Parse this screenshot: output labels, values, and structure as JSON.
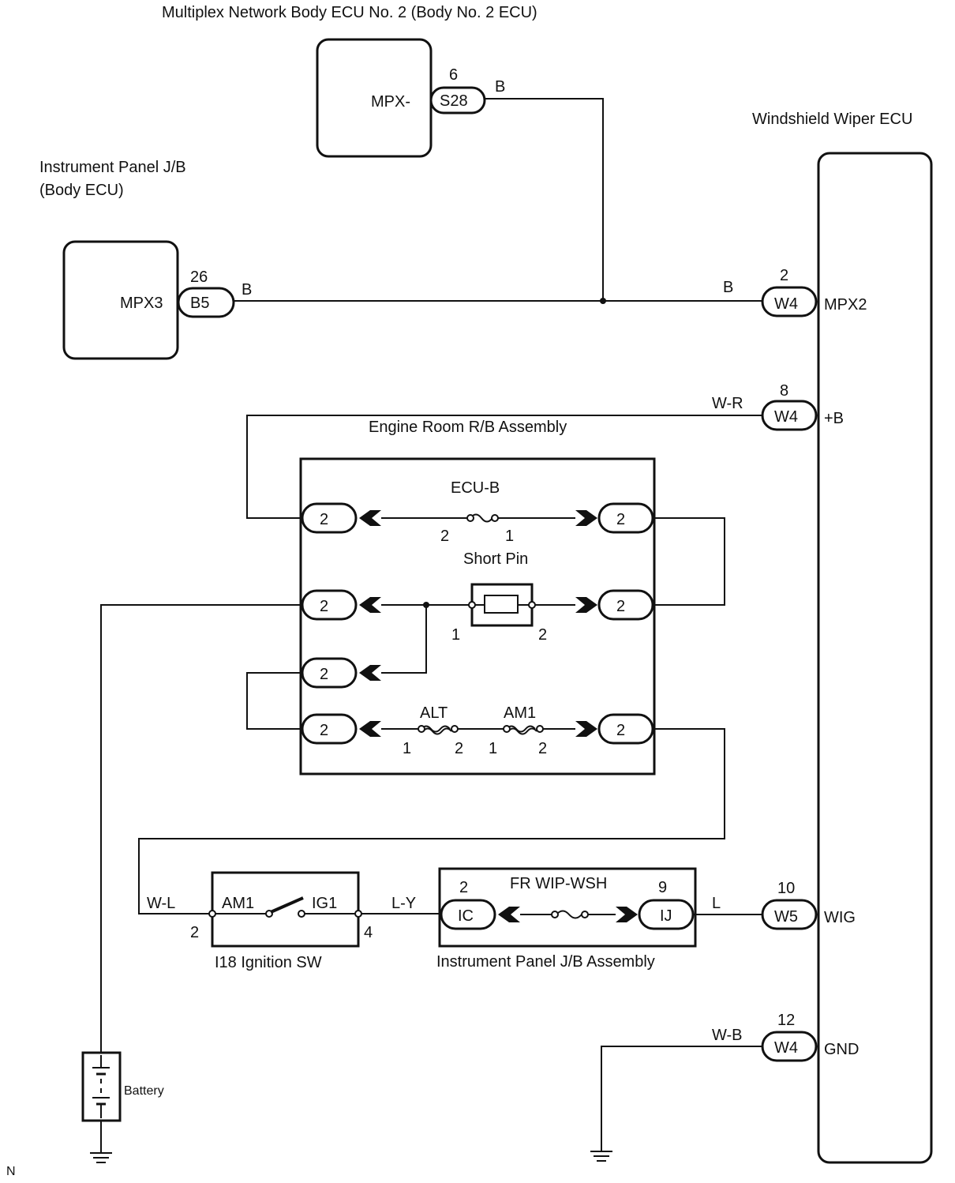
{
  "components": {
    "body2_ecu": {
      "title": "Multiplex Network Body ECU No. 2 (Body No. 2 ECU)",
      "pin_label": "MPX-",
      "connector": "S28",
      "pin": "6",
      "wire": "B"
    },
    "body_ecu": {
      "title_line1": "Instrument Panel J/B",
      "title_line2": "(Body ECU)",
      "pin_label": "MPX3",
      "connector": "B5",
      "pin": "26",
      "wire": "B"
    },
    "wiper_ecu": {
      "title": "Windshield Wiper ECU",
      "pins": [
        {
          "connector": "W4",
          "pin": "2",
          "label": "MPX2",
          "wire": "B"
        },
        {
          "connector": "W4",
          "pin": "8",
          "label": "+B",
          "wire": "W-R"
        },
        {
          "connector": "W5",
          "pin": "10",
          "label": "WIG",
          "wire": "L"
        },
        {
          "connector": "W4",
          "pin": "12",
          "label": "GND",
          "wire": "W-B"
        }
      ]
    },
    "engine_rb": {
      "title": "Engine Room R/B Assembly",
      "connector_label": "2",
      "ecub": {
        "name": "ECU-B",
        "pin_a": "2",
        "pin_b": "1"
      },
      "short_pin": {
        "name": "Short Pin",
        "pin_a": "1",
        "pin_b": "2"
      },
      "alt": {
        "name": "ALT",
        "pin_a": "1",
        "pin_b": "2"
      },
      "am1": {
        "name": "AM1",
        "pin_a": "1",
        "pin_b": "2"
      }
    },
    "ignition_sw": {
      "title": "I18 Ignition SW",
      "left_label": "AM1",
      "right_label": "IG1",
      "pin_left": "2",
      "pin_right": "4",
      "wire_in": "W-L",
      "wire_out": "L-Y"
    },
    "ip_jb": {
      "title": "Instrument Panel J/B Assembly",
      "fuse": "FR WIP-WSH",
      "left_conn": "IC",
      "left_pin": "2",
      "right_conn": "IJ",
      "right_pin": "9"
    },
    "battery": {
      "label": "Battery"
    }
  },
  "corner_mark": "N"
}
